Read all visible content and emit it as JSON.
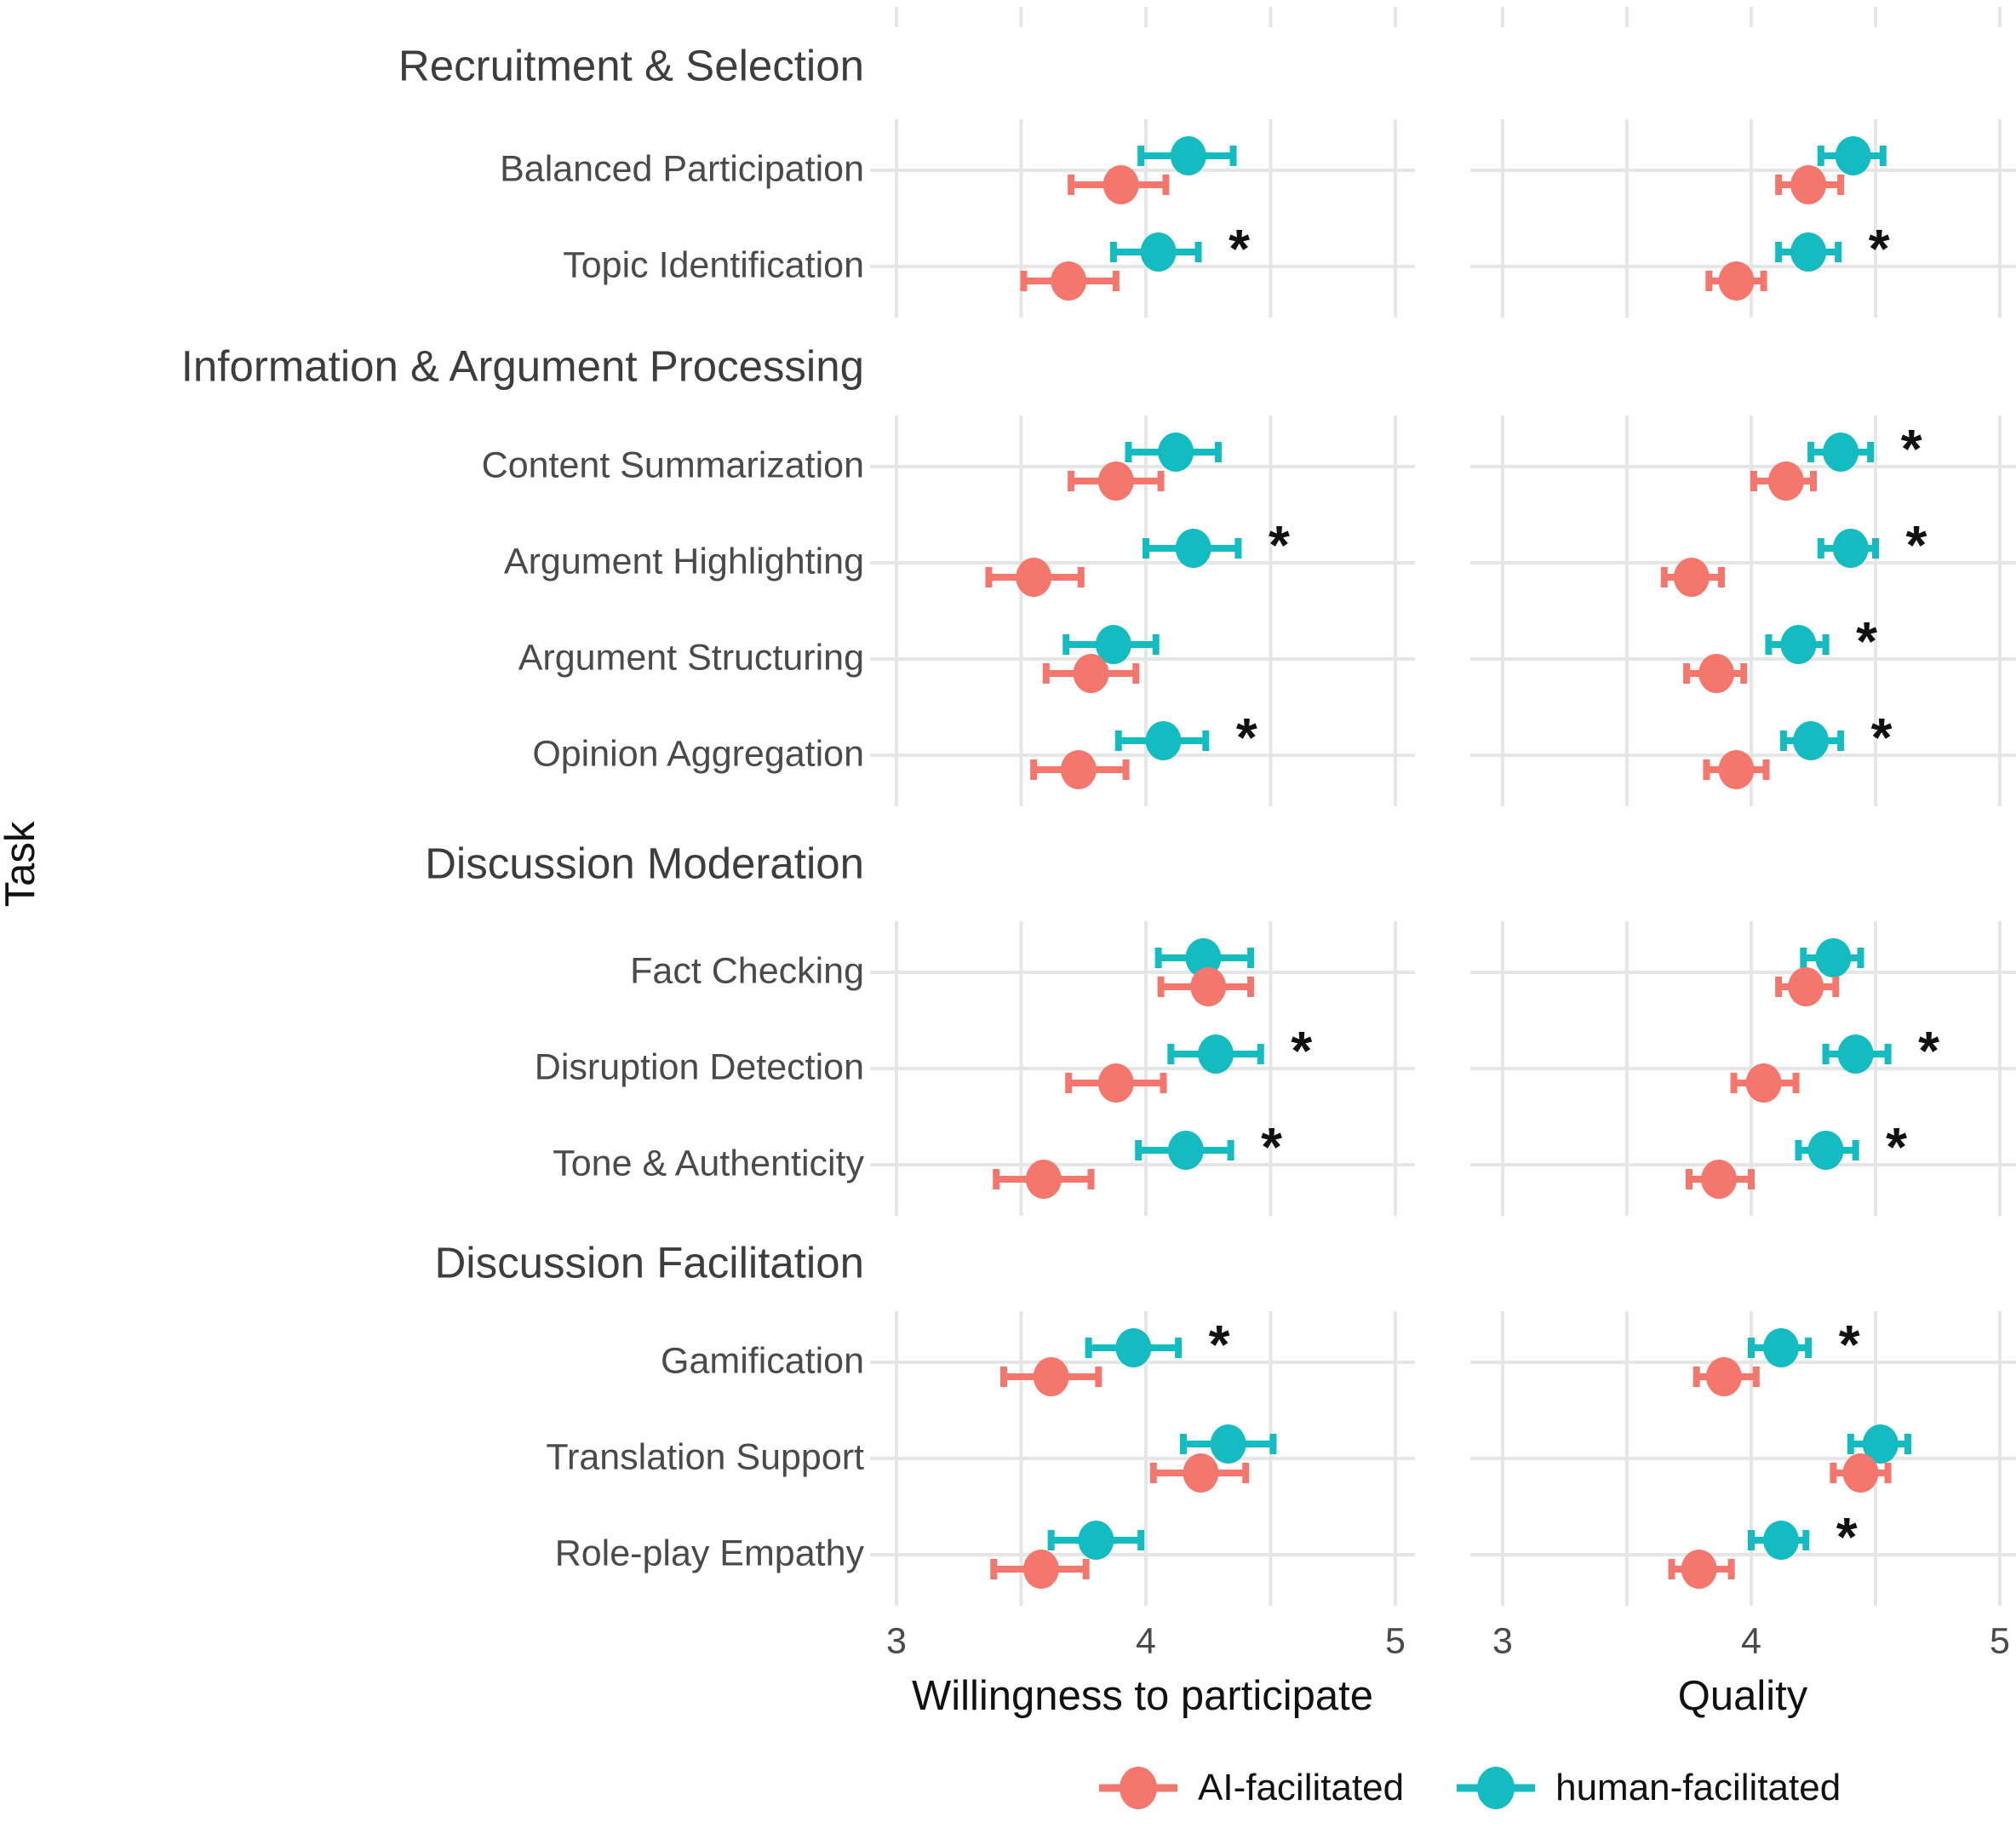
{
  "styles": {
    "ai_color": "#F4766D",
    "human_color": "#12BCC1",
    "grid_color": "#E6E6E6",
    "label_color": "#4A4A4A",
    "header_color": "#3D3D3D",
    "title_color": "#111111",
    "sig_color": "#111111"
  },
  "chart_data": {
    "type": "scatter",
    "subtype": "dot-error-pointrange-faceted",
    "y_axis_title": "Task",
    "x_ticks": [
      3,
      4,
      5
    ],
    "x_minor_ticks": [
      3,
      3.5,
      4,
      4.5,
      5
    ],
    "x_range": [
      2.85,
      5.07
    ],
    "grid": true,
    "legend_position": "bottom",
    "sig_marker": "*",
    "panels": [
      {
        "key": "willingness",
        "axis_title": "Willingness to participate"
      },
      {
        "key": "quality",
        "axis_title": "Quality"
      }
    ],
    "series": [
      {
        "key": "ai",
        "name": "AI-facilitated",
        "color": "#F4766D"
      },
      {
        "key": "human",
        "name": "human-facilitated",
        "color": "#12BCC1"
      }
    ],
    "groups": [
      {
        "name": "Recruitment & Selection",
        "tasks": [
          {
            "label": "Balanced Participation",
            "willingness": {
              "ai": {
                "mean": 3.9,
                "lo": 3.7,
                "hi": 4.08
              },
              "human": {
                "mean": 4.17,
                "lo": 3.98,
                "hi": 4.35
              },
              "sig": false
            },
            "quality": {
              "ai": {
                "mean": 4.23,
                "lo": 4.11,
                "hi": 4.36
              },
              "human": {
                "mean": 4.41,
                "lo": 4.28,
                "hi": 4.53
              },
              "sig": false
            }
          },
          {
            "label": "Topic Identification",
            "willingness": {
              "ai": {
                "mean": 3.69,
                "lo": 3.51,
                "hi": 3.88
              },
              "human": {
                "mean": 4.05,
                "lo": 3.87,
                "hi": 4.21
              },
              "sig": true
            },
            "quality": {
              "ai": {
                "mean": 3.94,
                "lo": 3.83,
                "hi": 4.05
              },
              "human": {
                "mean": 4.23,
                "lo": 4.11,
                "hi": 4.35
              },
              "sig": true
            }
          }
        ]
      },
      {
        "name": "Information & Argument Processing",
        "tasks": [
          {
            "label": "Content Summarization",
            "willingness": {
              "ai": {
                "mean": 3.88,
                "lo": 3.7,
                "hi": 4.06
              },
              "human": {
                "mean": 4.12,
                "lo": 3.93,
                "hi": 4.29
              },
              "sig": false
            },
            "quality": {
              "ai": {
                "mean": 4.14,
                "lo": 4.01,
                "hi": 4.25
              },
              "human": {
                "mean": 4.36,
                "lo": 4.24,
                "hi": 4.48
              },
              "sig": true
            }
          },
          {
            "label": "Argument Highlighting",
            "willingness": {
              "ai": {
                "mean": 3.55,
                "lo": 3.37,
                "hi": 3.74
              },
              "human": {
                "mean": 4.19,
                "lo": 4.0,
                "hi": 4.37
              },
              "sig": true
            },
            "quality": {
              "ai": {
                "mean": 3.76,
                "lo": 3.65,
                "hi": 3.88
              },
              "human": {
                "mean": 4.4,
                "lo": 4.28,
                "hi": 4.5
              },
              "sig": true
            }
          },
          {
            "label": "Argument Structuring",
            "willingness": {
              "ai": {
                "mean": 3.78,
                "lo": 3.6,
                "hi": 3.96
              },
              "human": {
                "mean": 3.87,
                "lo": 3.68,
                "hi": 4.04
              },
              "sig": false
            },
            "quality": {
              "ai": {
                "mean": 3.86,
                "lo": 3.74,
                "hi": 3.97
              },
              "human": {
                "mean": 4.19,
                "lo": 4.07,
                "hi": 4.3
              },
              "sig": true
            }
          },
          {
            "label": "Opinion Aggregation",
            "willingness": {
              "ai": {
                "mean": 3.73,
                "lo": 3.55,
                "hi": 3.92
              },
              "human": {
                "mean": 4.07,
                "lo": 3.89,
                "hi": 4.24
              },
              "sig": true
            },
            "quality": {
              "ai": {
                "mean": 3.94,
                "lo": 3.82,
                "hi": 4.06
              },
              "human": {
                "mean": 4.24,
                "lo": 4.13,
                "hi": 4.36
              },
              "sig": true
            }
          }
        ]
      },
      {
        "name": "Discussion Moderation",
        "tasks": [
          {
            "label": "Fact Checking",
            "willingness": {
              "ai": {
                "mean": 4.25,
                "lo": 4.06,
                "hi": 4.42
              },
              "human": {
                "mean": 4.23,
                "lo": 4.05,
                "hi": 4.42
              },
              "sig": false
            },
            "quality": {
              "ai": {
                "mean": 4.22,
                "lo": 4.11,
                "hi": 4.34
              },
              "human": {
                "mean": 4.33,
                "lo": 4.21,
                "hi": 4.44
              },
              "sig": false
            }
          },
          {
            "label": "Disruption Detection",
            "willingness": {
              "ai": {
                "mean": 3.88,
                "lo": 3.69,
                "hi": 4.07
              },
              "human": {
                "mean": 4.28,
                "lo": 4.1,
                "hi": 4.46
              },
              "sig": true
            },
            "quality": {
              "ai": {
                "mean": 4.05,
                "lo": 3.93,
                "hi": 4.18
              },
              "human": {
                "mean": 4.42,
                "lo": 4.3,
                "hi": 4.55
              },
              "sig": true
            }
          },
          {
            "label": "Tone & Authenticity",
            "willingness": {
              "ai": {
                "mean": 3.59,
                "lo": 3.4,
                "hi": 3.78
              },
              "human": {
                "mean": 4.16,
                "lo": 3.97,
                "hi": 4.34
              },
              "sig": true
            },
            "quality": {
              "ai": {
                "mean": 3.87,
                "lo": 3.75,
                "hi": 4.0
              },
              "human": {
                "mean": 4.3,
                "lo": 4.19,
                "hi": 4.42
              },
              "sig": true
            }
          }
        ]
      },
      {
        "name": "Discussion Facilitation",
        "tasks": [
          {
            "label": "Gamification",
            "willingness": {
              "ai": {
                "mean": 3.62,
                "lo": 3.43,
                "hi": 3.81
              },
              "human": {
                "mean": 3.95,
                "lo": 3.77,
                "hi": 4.13
              },
              "sig": true
            },
            "quality": {
              "ai": {
                "mean": 3.89,
                "lo": 3.78,
                "hi": 4.02
              },
              "human": {
                "mean": 4.12,
                "lo": 4.0,
                "hi": 4.23
              },
              "sig": true
            }
          },
          {
            "label": "Translation Support",
            "willingness": {
              "ai": {
                "mean": 4.22,
                "lo": 4.03,
                "hi": 4.4
              },
              "human": {
                "mean": 4.33,
                "lo": 4.15,
                "hi": 4.51
              },
              "sig": false
            },
            "quality": {
              "ai": {
                "mean": 4.44,
                "lo": 4.33,
                "hi": 4.55
              },
              "human": {
                "mean": 4.52,
                "lo": 4.4,
                "hi": 4.63
              },
              "sig": false
            }
          },
          {
            "label": "Role-play Empathy",
            "willingness": {
              "ai": {
                "mean": 3.58,
                "lo": 3.39,
                "hi": 3.76
              },
              "human": {
                "mean": 3.8,
                "lo": 3.62,
                "hi": 3.98
              },
              "sig": false
            },
            "quality": {
              "ai": {
                "mean": 3.79,
                "lo": 3.68,
                "hi": 3.92
              },
              "human": {
                "mean": 4.12,
                "lo": 4.0,
                "hi": 4.22
              },
              "sig": true
            }
          }
        ]
      }
    ]
  }
}
